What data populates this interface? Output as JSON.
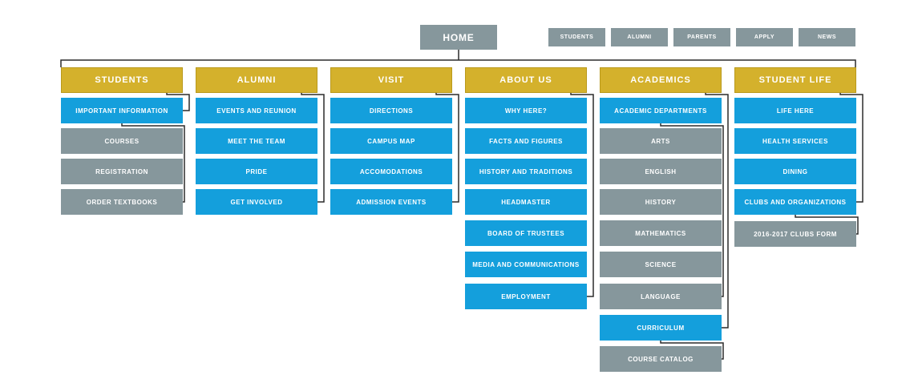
{
  "colors": {
    "home": "#86979c",
    "utility": "#86979c",
    "header": "#d4b12c",
    "primary": "#149fdc",
    "secondary": "#86979c",
    "connector": "#2b2b2b"
  },
  "home": {
    "label": "HOME"
  },
  "utility_nav": [
    {
      "label": "STUDENTS"
    },
    {
      "label": "ALUMNI"
    },
    {
      "label": "PARENTS"
    },
    {
      "label": "APPLY"
    },
    {
      "label": "NEWS"
    }
  ],
  "columns": [
    {
      "title": "STUDENTS",
      "items": [
        {
          "label": "IMPORTANT INFORMATION",
          "style": "primary",
          "level": 1
        },
        {
          "label": "COURSES",
          "style": "secondary",
          "level": 2
        },
        {
          "label": "REGISTRATION",
          "style": "secondary",
          "level": 2
        },
        {
          "label": "ORDER TEXTBOOKS",
          "style": "secondary",
          "level": 2
        }
      ]
    },
    {
      "title": "ALUMNI",
      "items": [
        {
          "label": "EVENTS AND REUNION",
          "style": "primary",
          "level": 1
        },
        {
          "label": "MEET THE TEAM",
          "style": "primary",
          "level": 1
        },
        {
          "label": "PRIDE",
          "style": "primary",
          "level": 1
        },
        {
          "label": "GET INVOLVED",
          "style": "primary",
          "level": 1
        }
      ]
    },
    {
      "title": "VISIT",
      "items": [
        {
          "label": "DIRECTIONS",
          "style": "primary",
          "level": 1
        },
        {
          "label": "CAMPUS MAP",
          "style": "primary",
          "level": 1
        },
        {
          "label": "ACCOMODATIONS",
          "style": "primary",
          "level": 1
        },
        {
          "label": "ADMISSION EVENTS",
          "style": "primary",
          "level": 1
        }
      ]
    },
    {
      "title": "ABOUT US",
      "items": [
        {
          "label": "WHY HERE?",
          "style": "primary",
          "level": 1
        },
        {
          "label": "FACTS AND FIGURES",
          "style": "primary",
          "level": 1
        },
        {
          "label": "HISTORY AND TRADITIONS",
          "style": "primary",
          "level": 1
        },
        {
          "label": "HEADMASTER",
          "style": "primary",
          "level": 1
        },
        {
          "label": "BOARD OF TRUSTEES",
          "style": "primary",
          "level": 1
        },
        {
          "label": "MEDIA AND COMMUNICATIONS",
          "style": "primary",
          "level": 1
        },
        {
          "label": "EMPLOYMENT",
          "style": "primary",
          "level": 1
        }
      ]
    },
    {
      "title": "ACADEMICS",
      "items": [
        {
          "label": "ACADEMIC DEPARTMENTS",
          "style": "primary",
          "level": 1
        },
        {
          "label": "ARTS",
          "style": "secondary",
          "level": 2
        },
        {
          "label": "ENGLISH",
          "style": "secondary",
          "level": 2
        },
        {
          "label": "HISTORY",
          "style": "secondary",
          "level": 2
        },
        {
          "label": "MATHEMATICS",
          "style": "secondary",
          "level": 2
        },
        {
          "label": "SCIENCE",
          "style": "secondary",
          "level": 2
        },
        {
          "label": "LANGUAGE",
          "style": "secondary",
          "level": 2
        },
        {
          "label": "CURRICULUM",
          "style": "primary",
          "level": 1
        },
        {
          "label": "COURSE CATALOG",
          "style": "secondary",
          "level": 2
        }
      ]
    },
    {
      "title": "STUDENT LIFE",
      "items": [
        {
          "label": "LIFE HERE",
          "style": "primary",
          "level": 1
        },
        {
          "label": "HEALTH SERVICES",
          "style": "primary",
          "level": 1
        },
        {
          "label": "DINING",
          "style": "primary",
          "level": 1
        },
        {
          "label": "CLUBS AND ORGANIZATIONS",
          "style": "primary",
          "level": 1
        },
        {
          "label": "2016-2017 CLUBS FORM",
          "style": "secondary",
          "level": 2
        }
      ]
    }
  ]
}
